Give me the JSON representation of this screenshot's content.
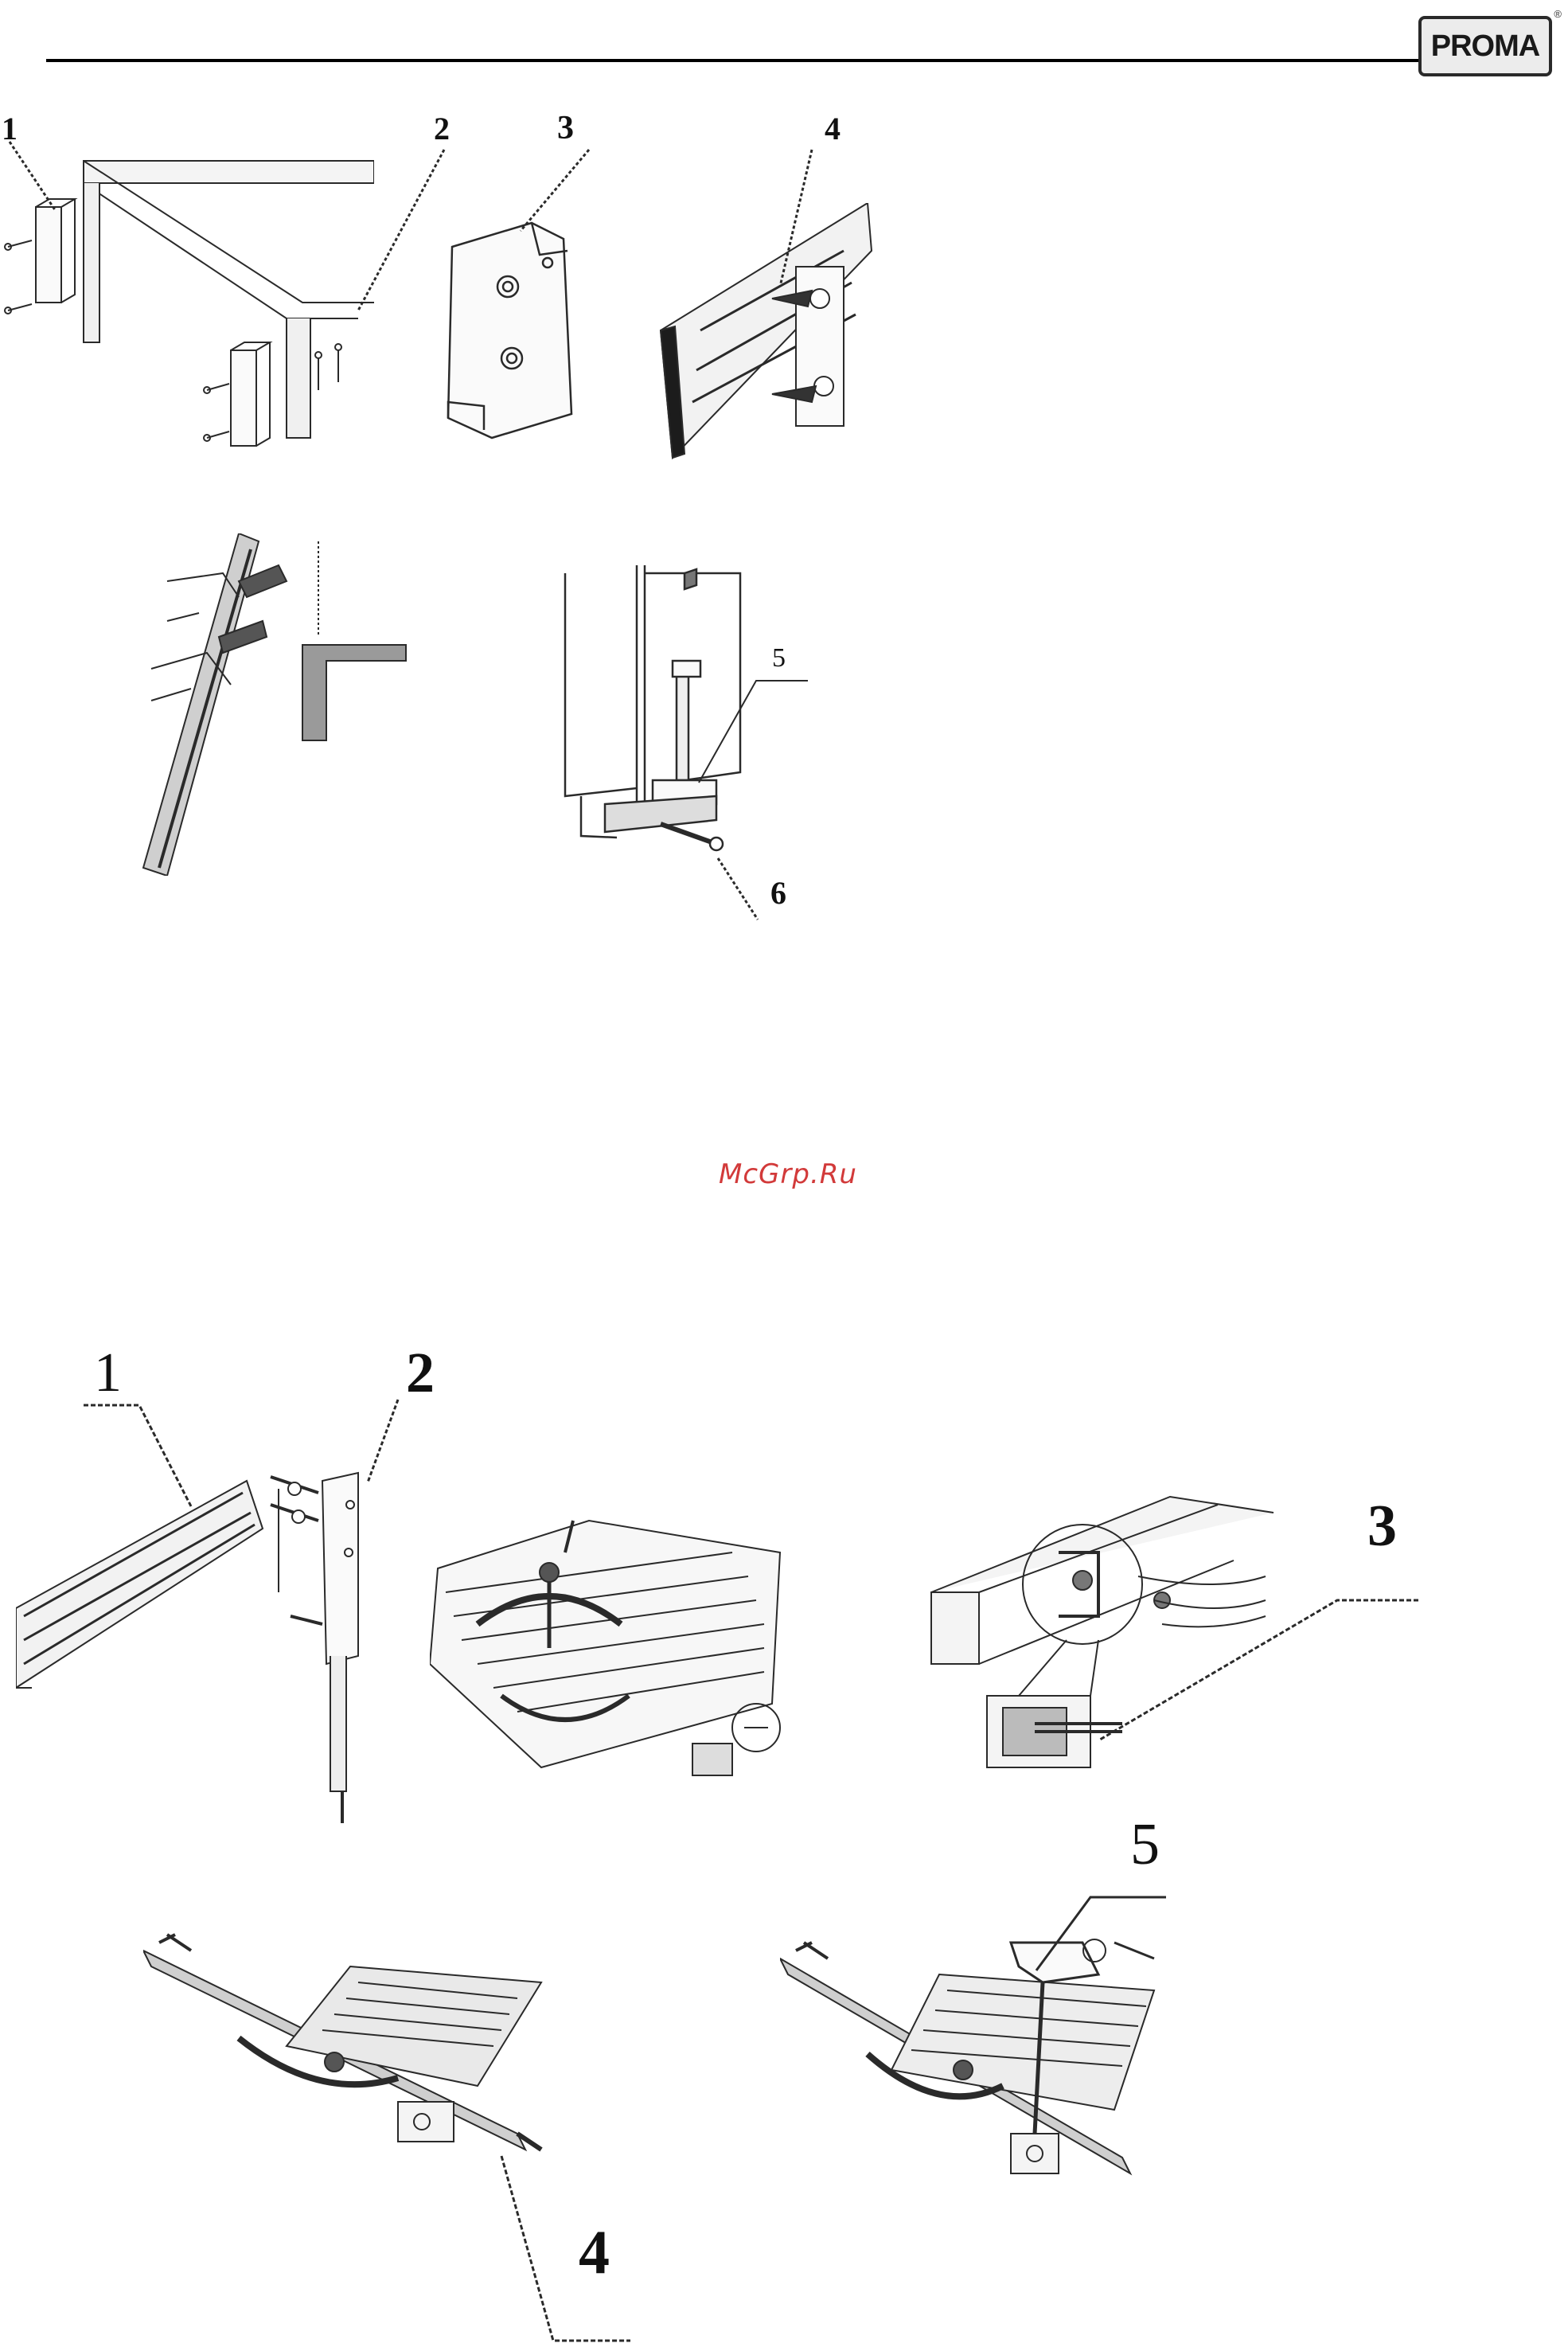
{
  "header": {
    "logo_text": "PROMA",
    "logo_mark": "®"
  },
  "watermark": "McGrp.Ru",
  "top_section": {
    "callouts": [
      "1",
      "2",
      "3",
      "4",
      "5",
      "6"
    ]
  },
  "bottom_section": {
    "callouts": [
      "1",
      "2",
      "3",
      "4",
      "5"
    ]
  },
  "colors": {
    "line": "#2a2a2a",
    "watermark": "#d23a3a",
    "background": "#ffffff"
  }
}
